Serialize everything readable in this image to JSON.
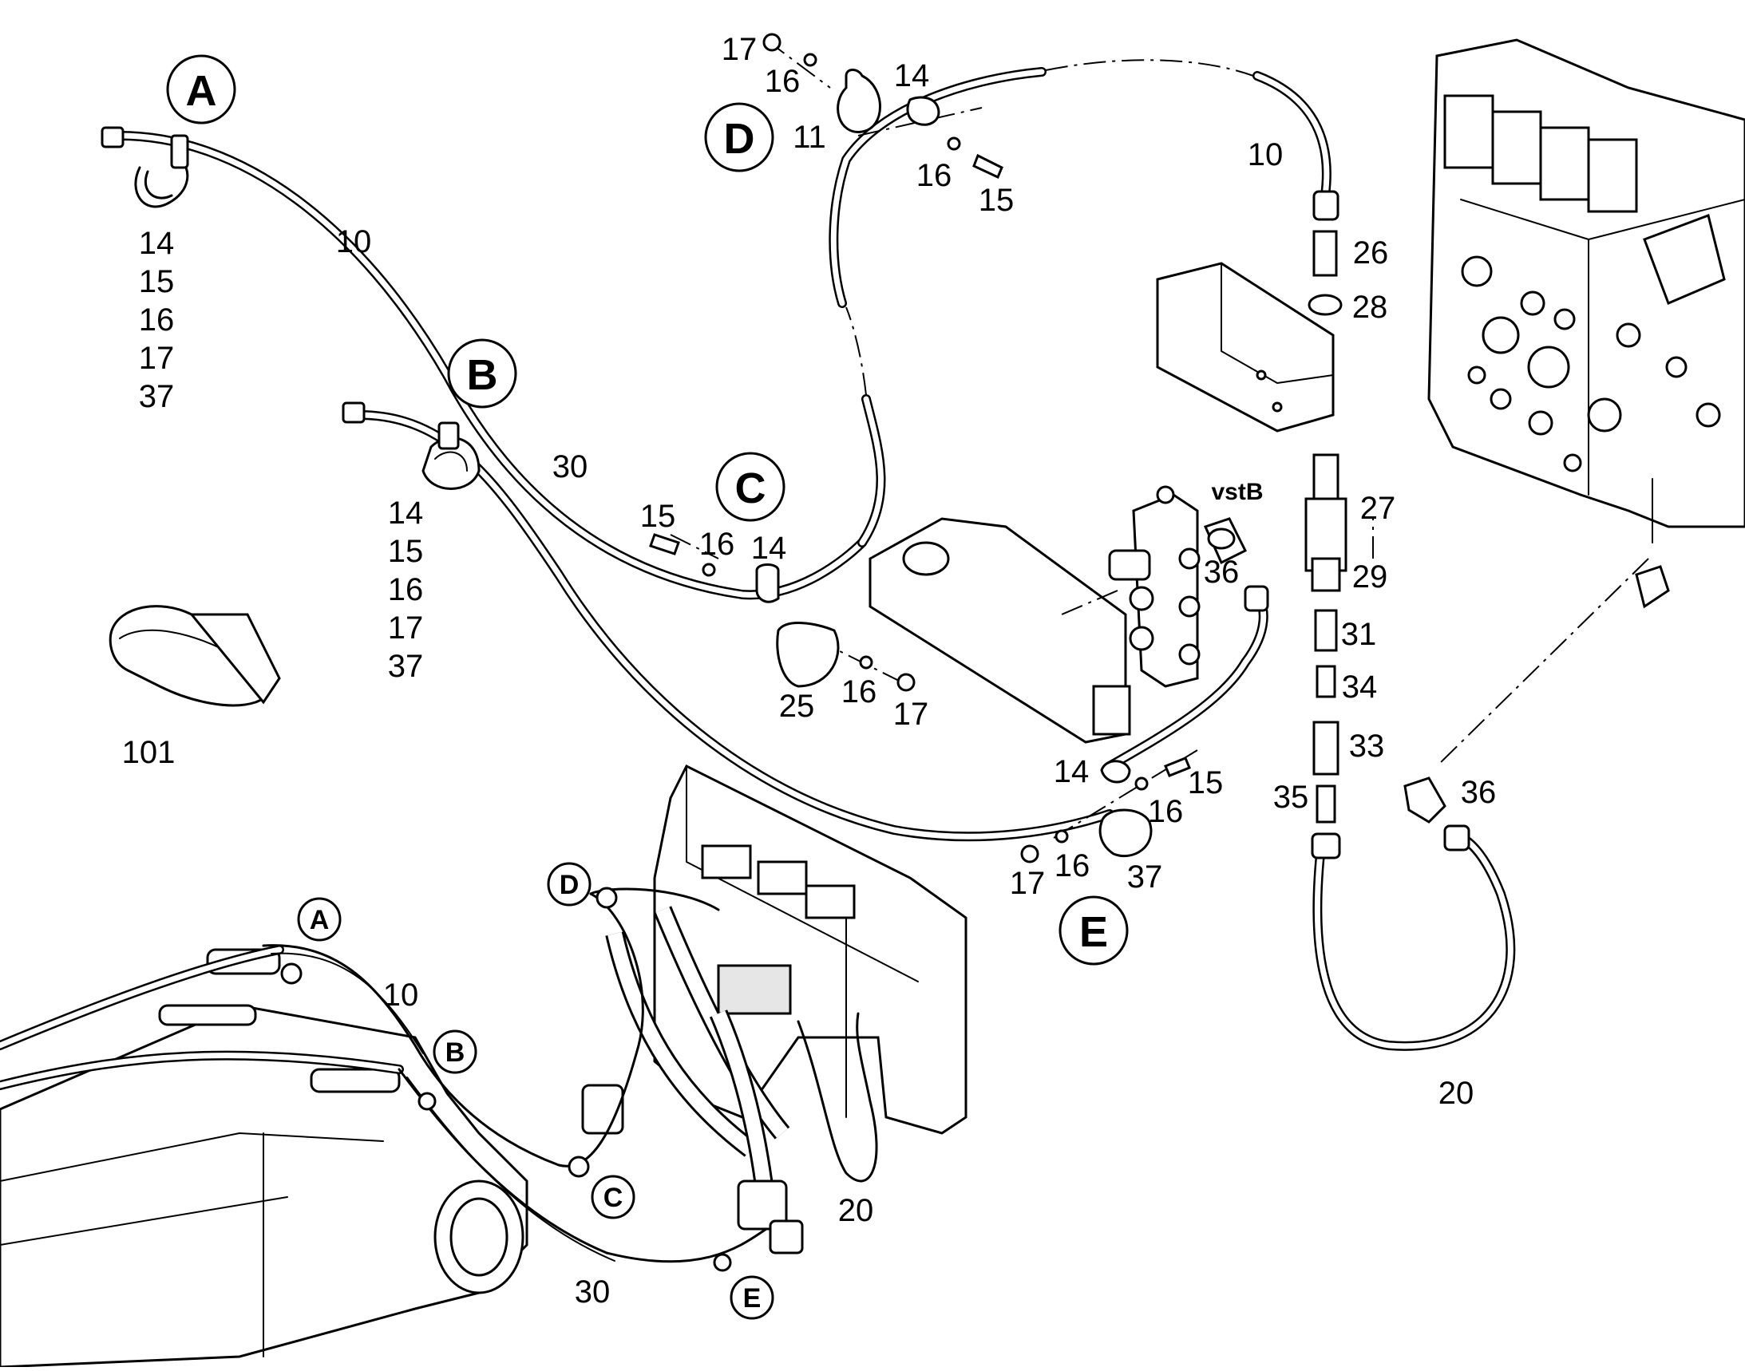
{
  "callouts": {
    "A": "A",
    "B": "B",
    "C": "C",
    "D": "D",
    "E": "E"
  },
  "small_callouts": {
    "A": "A",
    "B": "B",
    "C": "C",
    "D": "D",
    "E": "E"
  },
  "labels": {
    "a_stack": [
      "14",
      "15",
      "16",
      "17",
      "37"
    ],
    "b_stack": [
      "14",
      "15",
      "16",
      "17",
      "37"
    ],
    "hose_10_top": "10",
    "hose_30_top": "30",
    "hose_10_right": "10",
    "hose_10_lower": "10",
    "hose_30_lower": "30",
    "hose_20_right": "20",
    "hose_20_lower": "20",
    "band_101": "101",
    "d_17": "17",
    "d_16a": "16",
    "d_14": "14",
    "d_11": "11",
    "d_16b": "16",
    "d_15": "15",
    "c_15": "15",
    "c_16a": "16",
    "c_14": "14",
    "c_25": "25",
    "c_16b": "16",
    "c_17": "17",
    "e_14": "14",
    "e_15": "15",
    "e_16a": "16",
    "e_16b": "16",
    "e_17": "17",
    "e_37": "37",
    "vstb": "vstB",
    "p36_left": "36",
    "p36_right": "36",
    "p26": "26",
    "p28": "28",
    "p27": "27",
    "p29": "29",
    "p31": "31",
    "p34": "34",
    "p33": "33",
    "p35": "35"
  }
}
